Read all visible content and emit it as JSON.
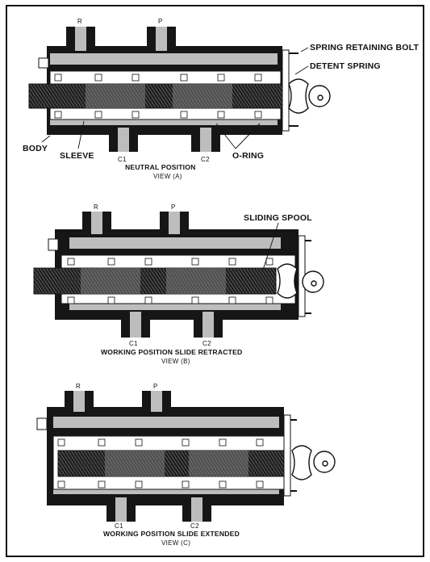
{
  "views": [
    {
      "id": "a",
      "port_labels": [
        "R",
        "P",
        "C1",
        "C2"
      ],
      "caption": "NEUTRAL POSITION",
      "subcaption": "VIEW (A)",
      "callouts": [
        "SPRING RETAINING BOLT",
        "DETENT SPRING",
        "BODY",
        "SLEEVE",
        "O-RING"
      ]
    },
    {
      "id": "b",
      "port_labels": [
        "R",
        "P",
        "C1",
        "C2"
      ],
      "caption": "WORKING POSITION SLIDE RETRACTED",
      "subcaption": "VIEW (B)",
      "callouts": [
        "SLIDING SPOOL"
      ]
    },
    {
      "id": "c",
      "port_labels": [
        "R",
        "P",
        "C1",
        "C2"
      ],
      "caption": "WORKING POSITION SLIDE EXTENDED",
      "subcaption": "VIEW (C)",
      "callouts": []
    }
  ],
  "colors": {
    "body": "#161616",
    "passage": "#bdbdbd",
    "spool": "#2a2a2a",
    "line": "#111111"
  }
}
